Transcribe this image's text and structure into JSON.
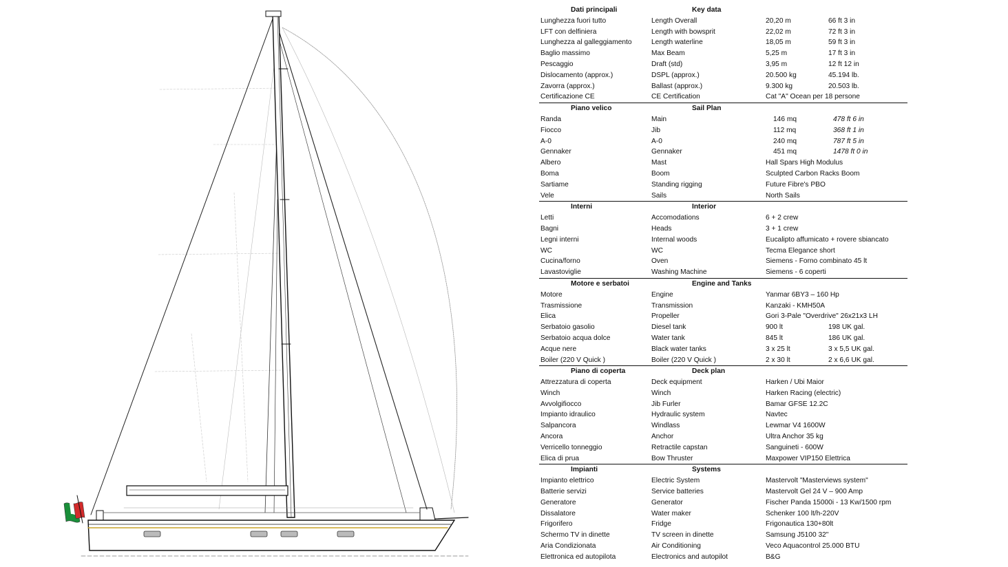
{
  "sections": [
    {
      "title_it": "Dati principali",
      "title_en": "Key data",
      "rows": [
        {
          "it": "Lunghezza fuori tutto",
          "en": "Length Overall",
          "v1": "20,20 m",
          "v2": "66 ft  3 in"
        },
        {
          "it": "LFT con delfiniera",
          "en": "Length with bowsprit",
          "v1": "22,02 m",
          "v2": "72 ft  3 in"
        },
        {
          "it": "Lunghezza al galleggiamento",
          "en": "Length waterline",
          "v1": "18,05 m",
          "v2": "59 ft  3 in"
        },
        {
          "it": "Baglio massimo",
          "en": "Max Beam",
          "v1": "5,25 m",
          "v2": "17 ft  3 in"
        },
        {
          "it": "Pescaggio",
          "en": "Draft (std)",
          "v1": "3,95 m",
          "v2": "12 ft  12 in"
        },
        {
          "it": "Dislocamento (approx.)",
          "en": "DSPL (approx.)",
          "v1": "20.500 kg",
          "v2": "45.194 lb."
        },
        {
          "it": "Zavorra (approx.)",
          "en": "Ballast (approx.)",
          "v1": "9.300 kg",
          "v2": "20.503 lb."
        },
        {
          "it": "Certificazione CE",
          "en": "CE Certification",
          "full": "Cat \"A\" Ocean per 18 persone"
        }
      ]
    },
    {
      "title_it": "Piano velico",
      "title_en": "Sail Plan",
      "rows": [
        {
          "it": "Randa",
          "en": "Main",
          "v1": "146 mq",
          "v2": "478 ft  6 in"
        },
        {
          "it": "Fiocco",
          "en": "Jib",
          "v1": "112 mq",
          "v2": "368 ft  1 in"
        },
        {
          "it": "A-0",
          "en": "A-0",
          "v1": "240 mq",
          "v2": "787 ft  5 in"
        },
        {
          "it": "Gennaker",
          "en": "Gennaker",
          "v1": "451 mq",
          "v2": "1478 ft  0 in"
        },
        {
          "it": "Albero",
          "en": "Mast",
          "full": "Hall Spars High Modulus"
        },
        {
          "it": "Boma",
          "en": "Boom",
          "full": "Sculpted Carbon Racks Boom"
        },
        {
          "it": "Sartiame",
          "en": "Standing rigging",
          "full": "Future Fibre's PBO"
        },
        {
          "it": "Vele",
          "en": "Sails",
          "full": " North Sails"
        }
      ]
    },
    {
      "title_it": "Interni",
      "title_en": "Interior",
      "rows": [
        {
          "it": "Letti",
          "en": "Accomodations",
          "full": " 6 + 2 crew"
        },
        {
          "it": "Bagni",
          "en": "Heads",
          "full": " 3 + 1 crew"
        },
        {
          "it": "Legni interni",
          "en": "Internal woods",
          "full": "Eucalipto affumicato + rovere sbiancato"
        },
        {
          "it": "WC",
          "en": "WC",
          "full": "Tecma Elegance short"
        },
        {
          "it": "Cucina/forno",
          "en": "Oven",
          "full": "Siemens - Forno combinato 45 lt"
        },
        {
          "it": "Lavastoviglie",
          "en": "Washing Machine",
          "full": "Siemens - 6 coperti"
        }
      ]
    },
    {
      "title_it": "Motore e serbatoi",
      "title_en": "Engine and Tanks",
      "rows": [
        {
          "it": "Motore",
          "en": "Engine",
          "full": "Yanmar 6BY3 – 160 Hp"
        },
        {
          "it": "Trasmissione",
          "en": "Transmission",
          "full": "Kanzaki - KMH50A"
        },
        {
          "it": "Elica",
          "en": "Propeller",
          "full": "Gori 3-Pale \"Overdrive\" 26x21x3 LH"
        },
        {
          "it": "Serbatoio gasolio",
          "en": "Diesel tank",
          "v1": "900 lt",
          "v2": "198 UK gal."
        },
        {
          "it": "Serbatoio acqua dolce",
          "en": "Water tank",
          "v1": "845 lt",
          "v2": "186 UK gal."
        },
        {
          "it": "Acque nere",
          "en": "Black water tanks",
          "v1": "3 x 25 lt",
          "v2": "3 x 5,5 UK gal."
        },
        {
          "it": "Boiler (220 V Quick )",
          "en": "Boiler (220 V Quick )",
          "v1": "2 x 30 lt",
          "v2": "2 x 6,6 UK gal."
        }
      ]
    },
    {
      "title_it": "Piano di coperta",
      "title_en": "Deck plan",
      "rows": [
        {
          "it": "Attrezzatura di coperta",
          "en": "Deck equipment",
          "full": "Harken / Ubi Maior"
        },
        {
          "it": "Winch",
          "en": "Winch",
          "full": "Harken Racing (electric)"
        },
        {
          "it": "Avvolgifiocco",
          "en": "Jib Furler",
          "full": "Bamar GFSE 12.2C"
        },
        {
          "it": "Impianto idraulico",
          "en": "Hydraulic system",
          "full": "Navtec"
        },
        {
          "it": "Salpancora",
          "en": "Windlass",
          "full": "Lewmar V4 1600W"
        },
        {
          "it": "Ancora",
          "en": "Anchor",
          "full": "Ultra Anchor 35 kg"
        },
        {
          "it": "Verricello tonneggio",
          "en": "Retractile capstan",
          "full": "Sanguineti - 600W"
        },
        {
          "it": "Elica di prua",
          "en": "Bow Thruster",
          "full": "Maxpower VIP150 Elettrica"
        }
      ]
    },
    {
      "title_it": "Impianti",
      "title_en": "Systems",
      "rows": [
        {
          "it": "Impianto elettrico",
          "en": "Electric System",
          "full": "Mastervolt \"Masterviews system\""
        },
        {
          "it": "Batterie servizi",
          "en": "Service batteries",
          "full": "Mastervolt Gel 24 V – 900 Amp"
        },
        {
          "it": "Generatore",
          "en": "Generator",
          "full": "Fischer Panda 15000i - 13 Kw/1500 rpm"
        },
        {
          "it": "Dissalatore",
          "en": "Water maker",
          "full": "Schenker 100 lt/h-220V"
        },
        {
          "it": "Frigorifero",
          "en": "Fridge",
          "full": "Frigonautica 130+80lt"
        },
        {
          "it": "Schermo TV in dinette",
          "en": "TV screen in dinette",
          "full": "Samsung J5100 32\""
        },
        {
          "it": "Aria Condizionata",
          "en": "Air Conditioning",
          "full": "Veco Aquacontrol 25.000 BTU"
        },
        {
          "it": "Elettronica ed autopilota",
          "en": "Electronics and autopilot",
          "full": "B&G"
        }
      ]
    }
  ]
}
